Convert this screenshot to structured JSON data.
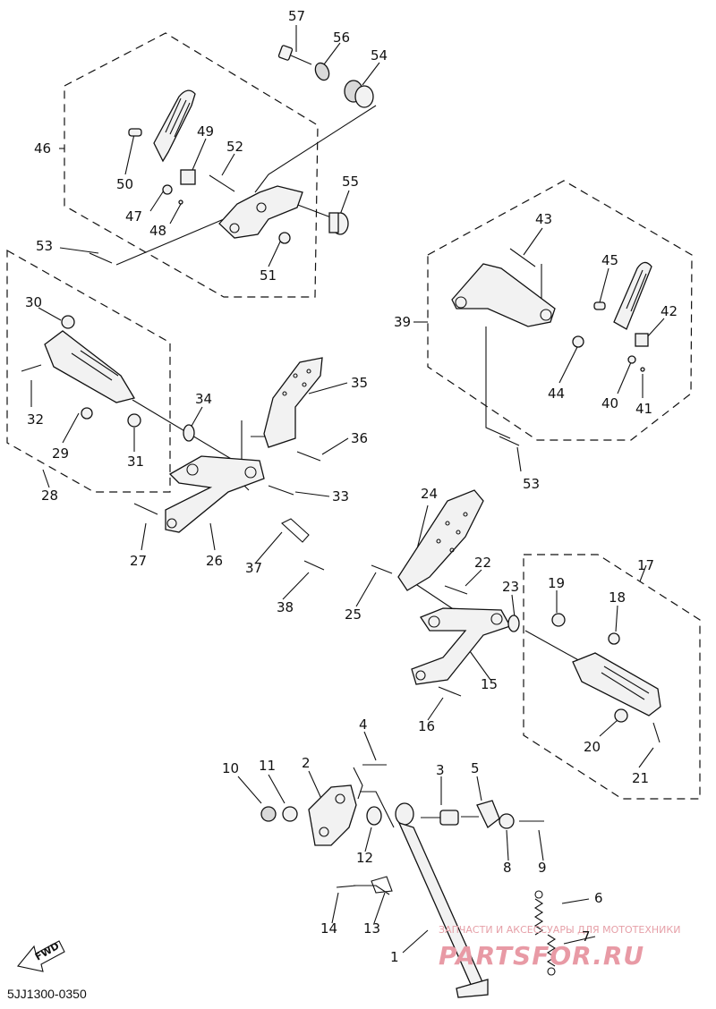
{
  "diagram": {
    "drawing_code": "5JJ1300-0350",
    "direction_label": "FWD",
    "watermark": {
      "line1": "ЗАПЧАСТИ И АКСЕССУАРЫ ДЛЯ МОТОТЕХНИКИ",
      "line2": "PARTSFOR.RU"
    },
    "callouts": [
      {
        "id": "57",
        "label": "57"
      },
      {
        "id": "56",
        "label": "56"
      },
      {
        "id": "54",
        "label": "54"
      },
      {
        "id": "46",
        "label": "46"
      },
      {
        "id": "49",
        "label": "49"
      },
      {
        "id": "52",
        "label": "52"
      },
      {
        "id": "50",
        "label": "50"
      },
      {
        "id": "55",
        "label": "55"
      },
      {
        "id": "47",
        "label": "47"
      },
      {
        "id": "48",
        "label": "48"
      },
      {
        "id": "53a",
        "label": "53"
      },
      {
        "id": "51",
        "label": "51"
      },
      {
        "id": "43",
        "label": "43"
      },
      {
        "id": "45",
        "label": "45"
      },
      {
        "id": "42",
        "label": "42"
      },
      {
        "id": "39",
        "label": "39"
      },
      {
        "id": "44",
        "label": "44"
      },
      {
        "id": "40",
        "label": "40"
      },
      {
        "id": "41",
        "label": "41"
      },
      {
        "id": "53b",
        "label": "53"
      },
      {
        "id": "30",
        "label": "30"
      },
      {
        "id": "32",
        "label": "32"
      },
      {
        "id": "29",
        "label": "29"
      },
      {
        "id": "31",
        "label": "31"
      },
      {
        "id": "28",
        "label": "28"
      },
      {
        "id": "34",
        "label": "34"
      },
      {
        "id": "35",
        "label": "35"
      },
      {
        "id": "36",
        "label": "36"
      },
      {
        "id": "33",
        "label": "33"
      },
      {
        "id": "27",
        "label": "27"
      },
      {
        "id": "26",
        "label": "26"
      },
      {
        "id": "37",
        "label": "37"
      },
      {
        "id": "38",
        "label": "38"
      },
      {
        "id": "24",
        "label": "24"
      },
      {
        "id": "22",
        "label": "22"
      },
      {
        "id": "25",
        "label": "25"
      },
      {
        "id": "23",
        "label": "23"
      },
      {
        "id": "17",
        "label": "17"
      },
      {
        "id": "19",
        "label": "19"
      },
      {
        "id": "18",
        "label": "18"
      },
      {
        "id": "15",
        "label": "15"
      },
      {
        "id": "16",
        "label": "16"
      },
      {
        "id": "20",
        "label": "20"
      },
      {
        "id": "21",
        "label": "21"
      },
      {
        "id": "4",
        "label": "4"
      },
      {
        "id": "10",
        "label": "10"
      },
      {
        "id": "11",
        "label": "11"
      },
      {
        "id": "2",
        "label": "2"
      },
      {
        "id": "3",
        "label": "3"
      },
      {
        "id": "5",
        "label": "5"
      },
      {
        "id": "12",
        "label": "12"
      },
      {
        "id": "8",
        "label": "8"
      },
      {
        "id": "9",
        "label": "9"
      },
      {
        "id": "6",
        "label": "6"
      },
      {
        "id": "14",
        "label": "14"
      },
      {
        "id": "13",
        "label": "13"
      },
      {
        "id": "1",
        "label": "1"
      },
      {
        "id": "7",
        "label": "7"
      }
    ]
  }
}
